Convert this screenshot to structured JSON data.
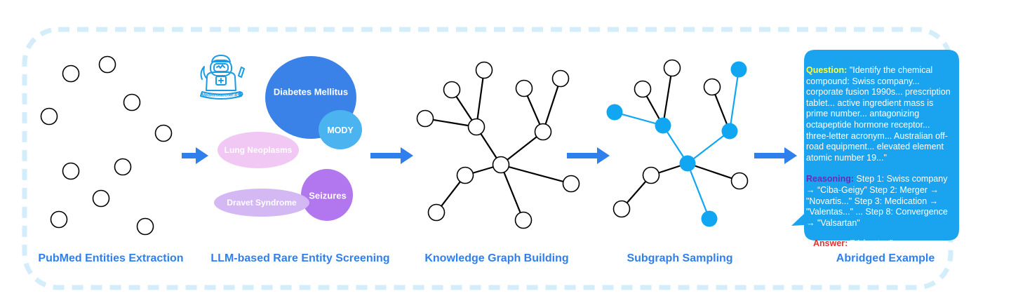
{
  "stages": [
    {
      "label": "PubMed Entities Extraction"
    },
    {
      "label": "LLM-based Rare Entity Screening"
    },
    {
      "label": "Knowledge Graph Building"
    },
    {
      "label": "Subgraph Sampling"
    },
    {
      "label": "Abridged Example"
    }
  ],
  "screening": {
    "entities": [
      "Diabetes Mellitus",
      "MODY",
      "Lung Neoplasms",
      "Seizures",
      "Dravet Syndrome"
    ],
    "logo_text": "MedResearcher-R1"
  },
  "example": {
    "question_label": "Question:",
    "question_text": " \"Identify the chemical compound: Swiss company... corporate fusion 1990s... prescription tablet... active ingredient mass is prime number... antagonizing octapeptide hormone receptor... three-letter acronym... Australian off-road equipment... elevated element atomic number 19...\"",
    "reasoning_label": "Reasoning:",
    "reasoning_text": " Step 1: Swiss company → “Ciba-Geigy” Step 2: Merger → \"Novartis...\" Step 3: Medication → \"Valentas...\" ... Step 8: Convergence → \"Valsartan\"",
    "answer_label": "Answer:",
    "answer_text": " \"Valsartan\""
  },
  "colors": {
    "accent": "#2f80ed",
    "frame": "#d4edfb",
    "bubble": "#1aa3ee",
    "subgraph_node": "#10a6f2",
    "diabetes": "#3a82e8",
    "mody": "#4bb3f0",
    "lung": "#f0c8f3",
    "seizures": "#b277ee",
    "dravet": "#d3b8f4"
  }
}
